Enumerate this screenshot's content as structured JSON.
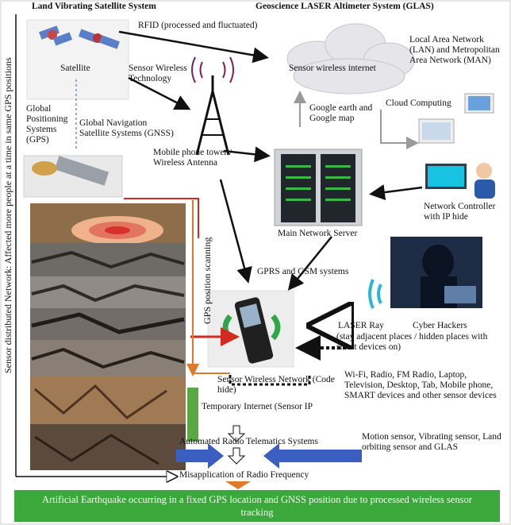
{
  "titles": {
    "left": "Land Vibrating Satellite System",
    "right": "Geoscience LASER Altimeter System (GLAS)"
  },
  "labels": {
    "satellite": "Satellite",
    "rfid": "RFID (processed and fluctuated)",
    "sensor_wireless_tech": "Sensor Wireless Technology",
    "sensor_wireless_internet": "Sensor wireless internet",
    "lan_man": "Local Area Network (LAN) and Metropolitan Area Network (MAN)",
    "gps": "Global Positioning Systems (GPS)",
    "gnss": "Global Navigation Satellite Systems (GNSS)",
    "google": "Google earth and Google map",
    "cloud": "Cloud Computing",
    "tower": "Mobile phone tower / Wireless Antenna",
    "network_controller": "Network Controller with IP hide",
    "main_server": "Main Network Server",
    "gps_scanning": "GPS position scanning",
    "gprs_gsm": "GPRS and GSM systems",
    "laser_ray": "LASER Ray",
    "cyber_hackers": "Cyber Hackers",
    "cyber_hackers_note": "(stay adjacent places / hidden places with smart devices on)",
    "devices": "Wi-Fi, Radio, FM Radio, Laptop, Television, Desktop, Tab, Mobile phone, SMART devices and other sensor devices",
    "sensor_network": "Sensor Wireless Network (Code hide)",
    "temp_internet": "Temporary Internet (Sensor IP",
    "telematics": "Automated Radio Telematics Systems",
    "motion_sensor": "Motion sensor, Vibrating sensor, Land orbiting sensor and GLAS",
    "misapplication": "Misapplication of Radio Frequency",
    "left_vertical": "Sensor distributed Network: Affected more people at a time in same GPS positions"
  },
  "banner": "Artificial Earthquake occurring in a fixed GPS location and GNSS position due to processed wireless sensor tracking",
  "colors": {
    "banner": "#3aa83a",
    "orange": "#e07a2a",
    "blue": "#3b5fc0",
    "green": "#5aa844",
    "red": "#d22a1e"
  }
}
